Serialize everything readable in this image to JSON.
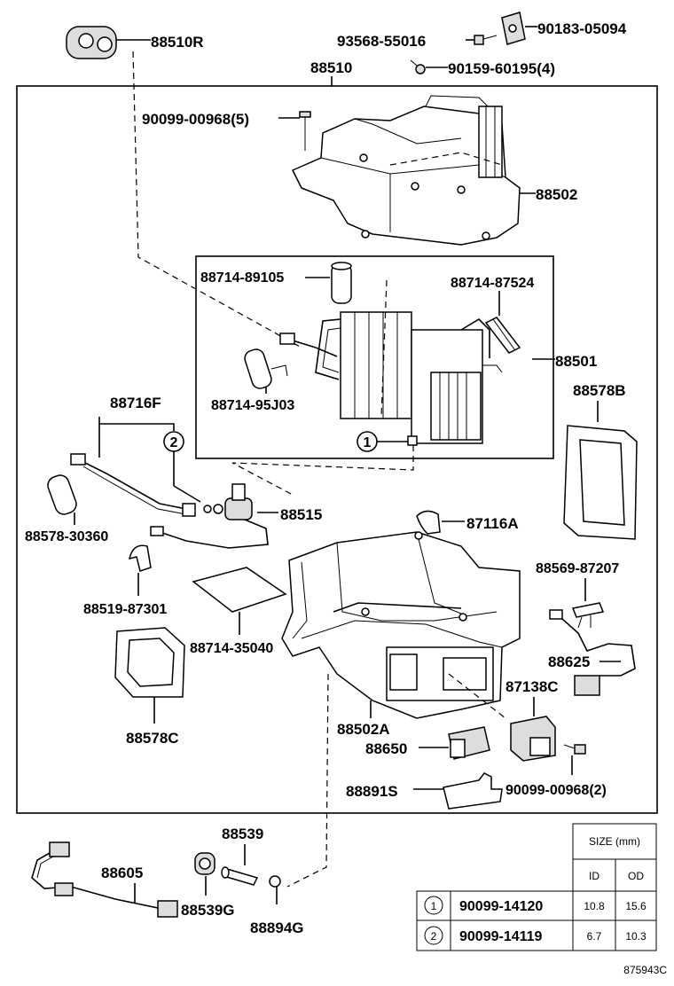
{
  "labels": {
    "p88510R": "88510R",
    "p93568": "93568-55016",
    "p90183": "90183-05094",
    "p90159": "90159-60195(4)",
    "p88510": "88510",
    "p90099a": "90099-00968(5)",
    "p88502": "88502",
    "p88714_89105": "88714-89105",
    "p88714_87524": "88714-87524",
    "p88501": "88501",
    "p88714_95303": "88714-95J03",
    "p88578B": "88578B",
    "p88716F": "88716F",
    "p88515": "88515",
    "p88578_30360": "88578-30360",
    "p87116A": "87116A",
    "p88569": "88569-87207",
    "p88519": "88519-87301",
    "p88714_35040": "88714-35040",
    "p88625": "88625",
    "p87138C": "87138C",
    "p88578C": "88578C",
    "p88502A": "88502A",
    "p88650": "88650",
    "p90099b": "90099-00968(2)",
    "p88891S": "88891S",
    "p88539": "88539",
    "p88605": "88605",
    "p88539G": "88539G",
    "p88894G": "88894G",
    "ref1": "1",
    "ref2": "2",
    "footer": "875943C"
  },
  "size_table": {
    "title": "SIZE (mm)",
    "col_id": "ID",
    "col_od": "OD",
    "rows": [
      {
        "ref": "1",
        "part": "90099-14120",
        "id": "10.8",
        "od": "15.6"
      },
      {
        "ref": "2",
        "part": "90099-14119",
        "id": "6.7",
        "od": "10.3"
      }
    ]
  }
}
